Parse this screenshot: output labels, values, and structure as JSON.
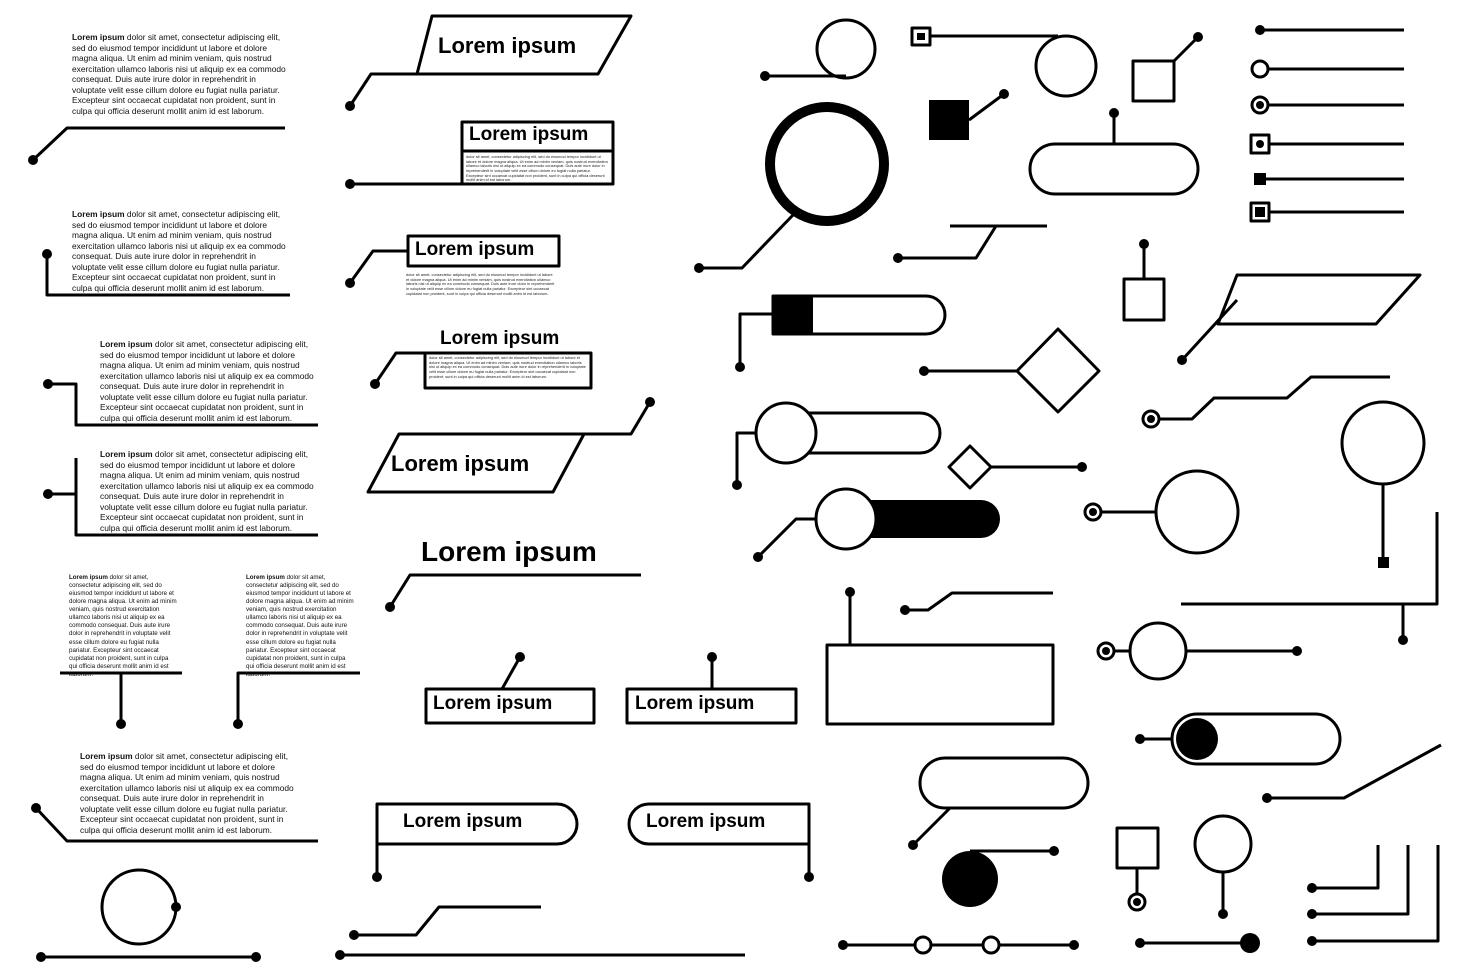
{
  "colors": {
    "stroke": "#000000",
    "fill": "#000000",
    "background": "#ffffff"
  },
  "heading_text": "Lorem ipsum",
  "para": {
    "bold": "Lorem ipsum",
    "rest": " dolor sit amet, consectetur adipiscing elit, sed do eiusmod tempor incididunt ut labore et dolore magna aliqua. Ut enim ad minim veniam, quis nostrud exercitation ullamco laboris nisi ut aliquip ex ea commodo consequat. Duis aute irure dolor in reprehendrit in voluptate velit esse cillum dolore eu fugiat nulla pariatur. Excepteur sint occaecat cupidatat non proident, sunt in culpa qui officia deserunt mollit anim id est laborum."
  },
  "tiny_text": "dolor sit amet, consectetur adipiscing elit, sed do eiusmod tempor incididunt ut labore et dolore magna aliqua. Ut enim ad minim veniam, quis nostrud exercitation ullamco laboris nisi ut aliquip ex ea commodo consequat. Duis aute irure dolor in reprehenderit in voluptate velit esse cillum dolore eu fugiat nulla pariatur. Excepteur sint occaecat cupidatat non proident, sunt in culpa qui officia deserunt mollit anim id est laborum."
}
